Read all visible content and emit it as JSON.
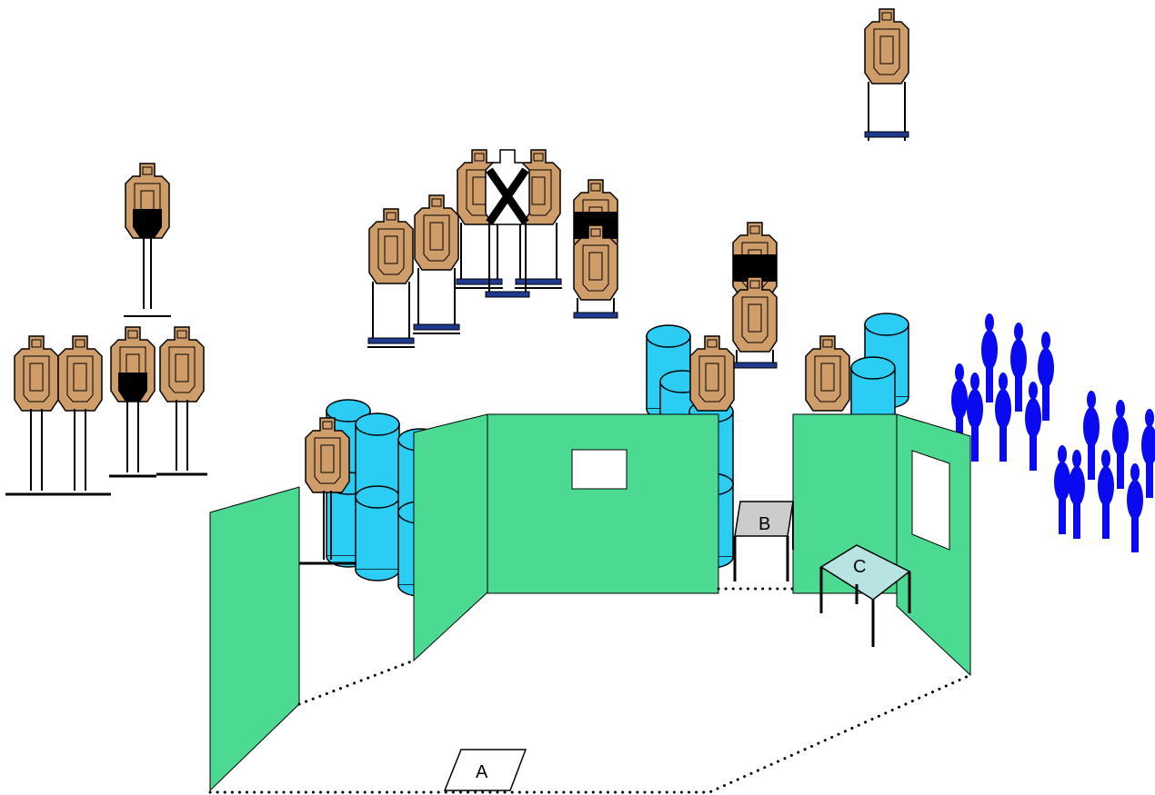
{
  "labels": {
    "a": "A",
    "b": "B",
    "c": "C"
  },
  "colors": {
    "target_tan": "#cf9d6a",
    "barrel_cyan": "#2ccdf5",
    "wall_green": "#4cd991",
    "table_b_top": "#cccccc",
    "table_c_top": "#b8e3e3",
    "penalty_blue": "#0a0af0",
    "stand_blue": "#1f3a8f",
    "hard_cover_black": "#000000"
  },
  "legend_icons": {
    "paper_target": "paper-target-icon",
    "no_shoot": "no-shoot-target-icon",
    "barrel": "barrel-icon",
    "wall": "wall-panel",
    "penalty": "penalty-target-icon"
  }
}
